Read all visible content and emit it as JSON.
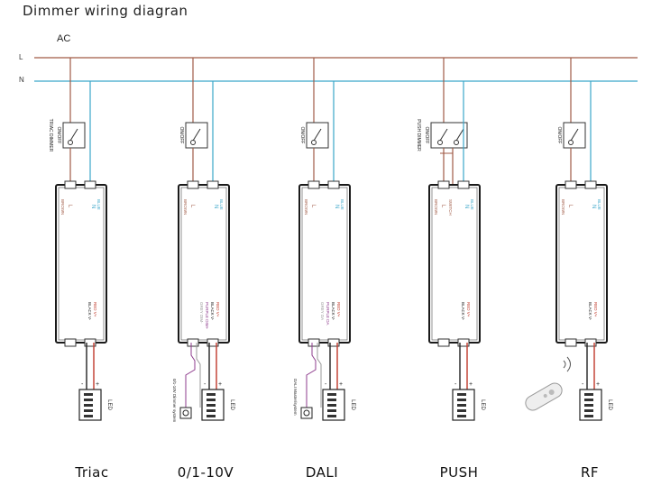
{
  "diagram": {
    "title": "Dimmer wiring diagran",
    "ac_label": "AC",
    "line_label": "L",
    "neutral_label": "N",
    "colors": {
      "live": "#a05a45",
      "neutral": "#3aa6c9",
      "wire_dark": "#222222",
      "wire_red": "#c0392b",
      "wire_purple": "#8e3b8c",
      "wire_gray": "#999999",
      "box": "#1a1a1a"
    },
    "channels": [
      {
        "id": "triac",
        "bottom_label": "Triac",
        "switch_label": [
          "ON/OFF",
          "TRIAC DIMMER"
        ],
        "terminal_left": "L",
        "terminal_right": "N",
        "live_wire": "BROWN",
        "neutral_wire": "BLUE",
        "output_lines": [
          "RED V+",
          "BLACK V-"
        ],
        "control_label": "",
        "output_label": "LED",
        "has_remote": false
      },
      {
        "id": "0-10v",
        "bottom_label": "0/1-10V",
        "switch_label": [
          "ON/OFF"
        ],
        "terminal_left": "L",
        "terminal_right": "N",
        "live_wire": "BROWN",
        "neutral_wire": "BLUE",
        "output_lines": [
          "RED V+",
          "BLACK V-",
          "PURPLE DIM+",
          "GREY DIM-"
        ],
        "control_label": "0/1-10V Dimmer system",
        "output_label": "LED",
        "has_remote": false
      },
      {
        "id": "dali",
        "bottom_label": "DALI",
        "switch_label": [
          "ON/OFF"
        ],
        "terminal_left": "L",
        "terminal_right": "N",
        "live_wire": "BROWN",
        "neutral_wire": "BLUE",
        "output_lines": [
          "RED V+",
          "BLACK V-",
          "PURPLE DA",
          "GREY DA"
        ],
        "control_label": "DALI Master/system",
        "output_label": "LED",
        "has_remote": false
      },
      {
        "id": "push",
        "bottom_label": "PUSH",
        "switch_label": [
          "ON/OFF",
          "PUSH DIMMER"
        ],
        "terminal_left": "L",
        "terminal_right": "N",
        "live_wire": "BROWN",
        "neutral_wire": "BLUE",
        "switch_wire": "SWITCH",
        "output_lines": [
          "RED V+",
          "BLACK V-"
        ],
        "control_label": "",
        "output_label": "LED",
        "has_remote": false
      },
      {
        "id": "rf",
        "bottom_label": "RF",
        "switch_label": [
          "ON/OFF"
        ],
        "terminal_left": "L",
        "terminal_right": "N",
        "live_wire": "BROWN",
        "neutral_wire": "BLUE",
        "output_lines": [
          "RED V+",
          "BLACK V-"
        ],
        "control_label": "",
        "output_label": "LED",
        "has_remote": true
      }
    ]
  }
}
